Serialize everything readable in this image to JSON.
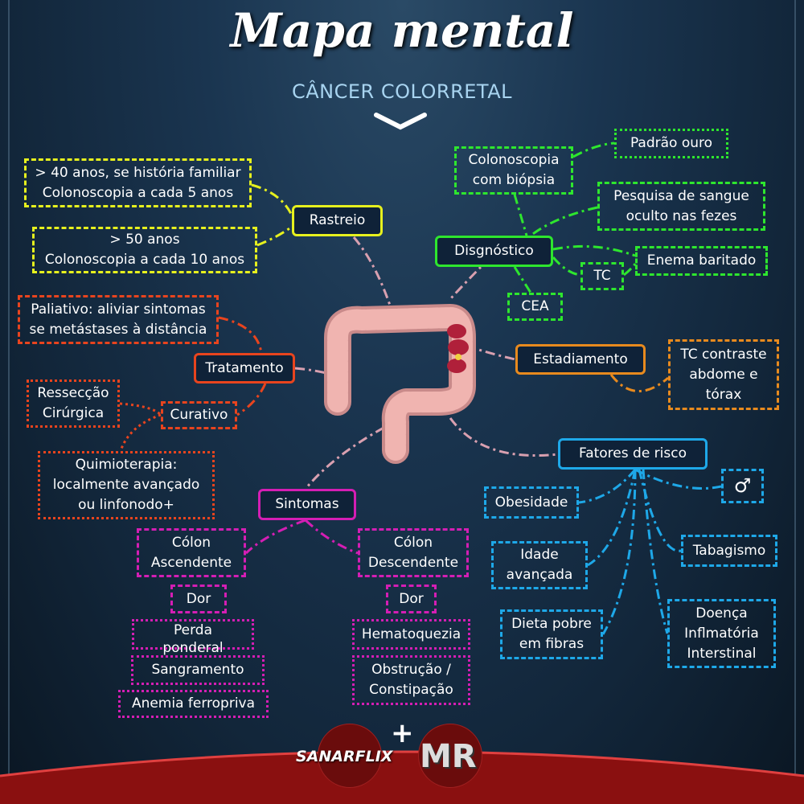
{
  "header": {
    "title": "Mapa mental",
    "subtitle": "CÂNCER COLORRETAL"
  },
  "colors": {
    "rastreio": "#e6f01e",
    "diagnostico": "#2ee62e",
    "tratamento": "#e8441e",
    "estadiamento": "#e88a1e",
    "fatores": "#1ea8e8",
    "sintomas": "#d41eb4"
  },
  "rastreio": {
    "label": "Rastreio",
    "items": [
      "> 40 anos, se história familiar\nColonoscopia a cada 5 anos",
      "> 50 anos\nColonoscopia a cada 10 anos"
    ]
  },
  "diagnostico": {
    "label": "Disgnóstico",
    "items": [
      "Colonoscopia\ncom biópsia",
      "Padrão ouro",
      "Pesquisa de sangue\noculto nas fezes",
      "Enema baritado",
      "TC",
      "CEA"
    ]
  },
  "tratamento": {
    "label": "Tratamento",
    "paliativo": "Paliativo: aliviar sintomas\nse metástases à distância",
    "curativo": "Curativo",
    "items": [
      "Ressecção\nCirúrgica",
      "Quimioterapia:\nlocalmente avançado\nou linfonodo+"
    ]
  },
  "estadiamento": {
    "label": "Estadiamento",
    "items": [
      "TC contraste\nabdome e\ntórax"
    ]
  },
  "fatores": {
    "label": "Fatores de risco",
    "items": [
      "♂",
      "Obesidade",
      "Tabagismo",
      "Idade\navançada",
      "Dieta pobre\nem fibras",
      "Doença\nInflmatória\nInterstinal"
    ]
  },
  "sintomas": {
    "label": "Sintomas",
    "ascendente": {
      "label": "Cólon\nAscendente",
      "items": [
        "Dor",
        "Perda\nponderal",
        "Sangramento",
        "Anemia ferropriva"
      ]
    },
    "descendente": {
      "label": "Cólon\nDescendente",
      "items": [
        "Dor",
        "Hematoquezia",
        "Obstrução /\nConstipação"
      ]
    }
  },
  "footer": {
    "logo1": "SANARFLIX",
    "plus": "+",
    "logo2": "MR"
  }
}
